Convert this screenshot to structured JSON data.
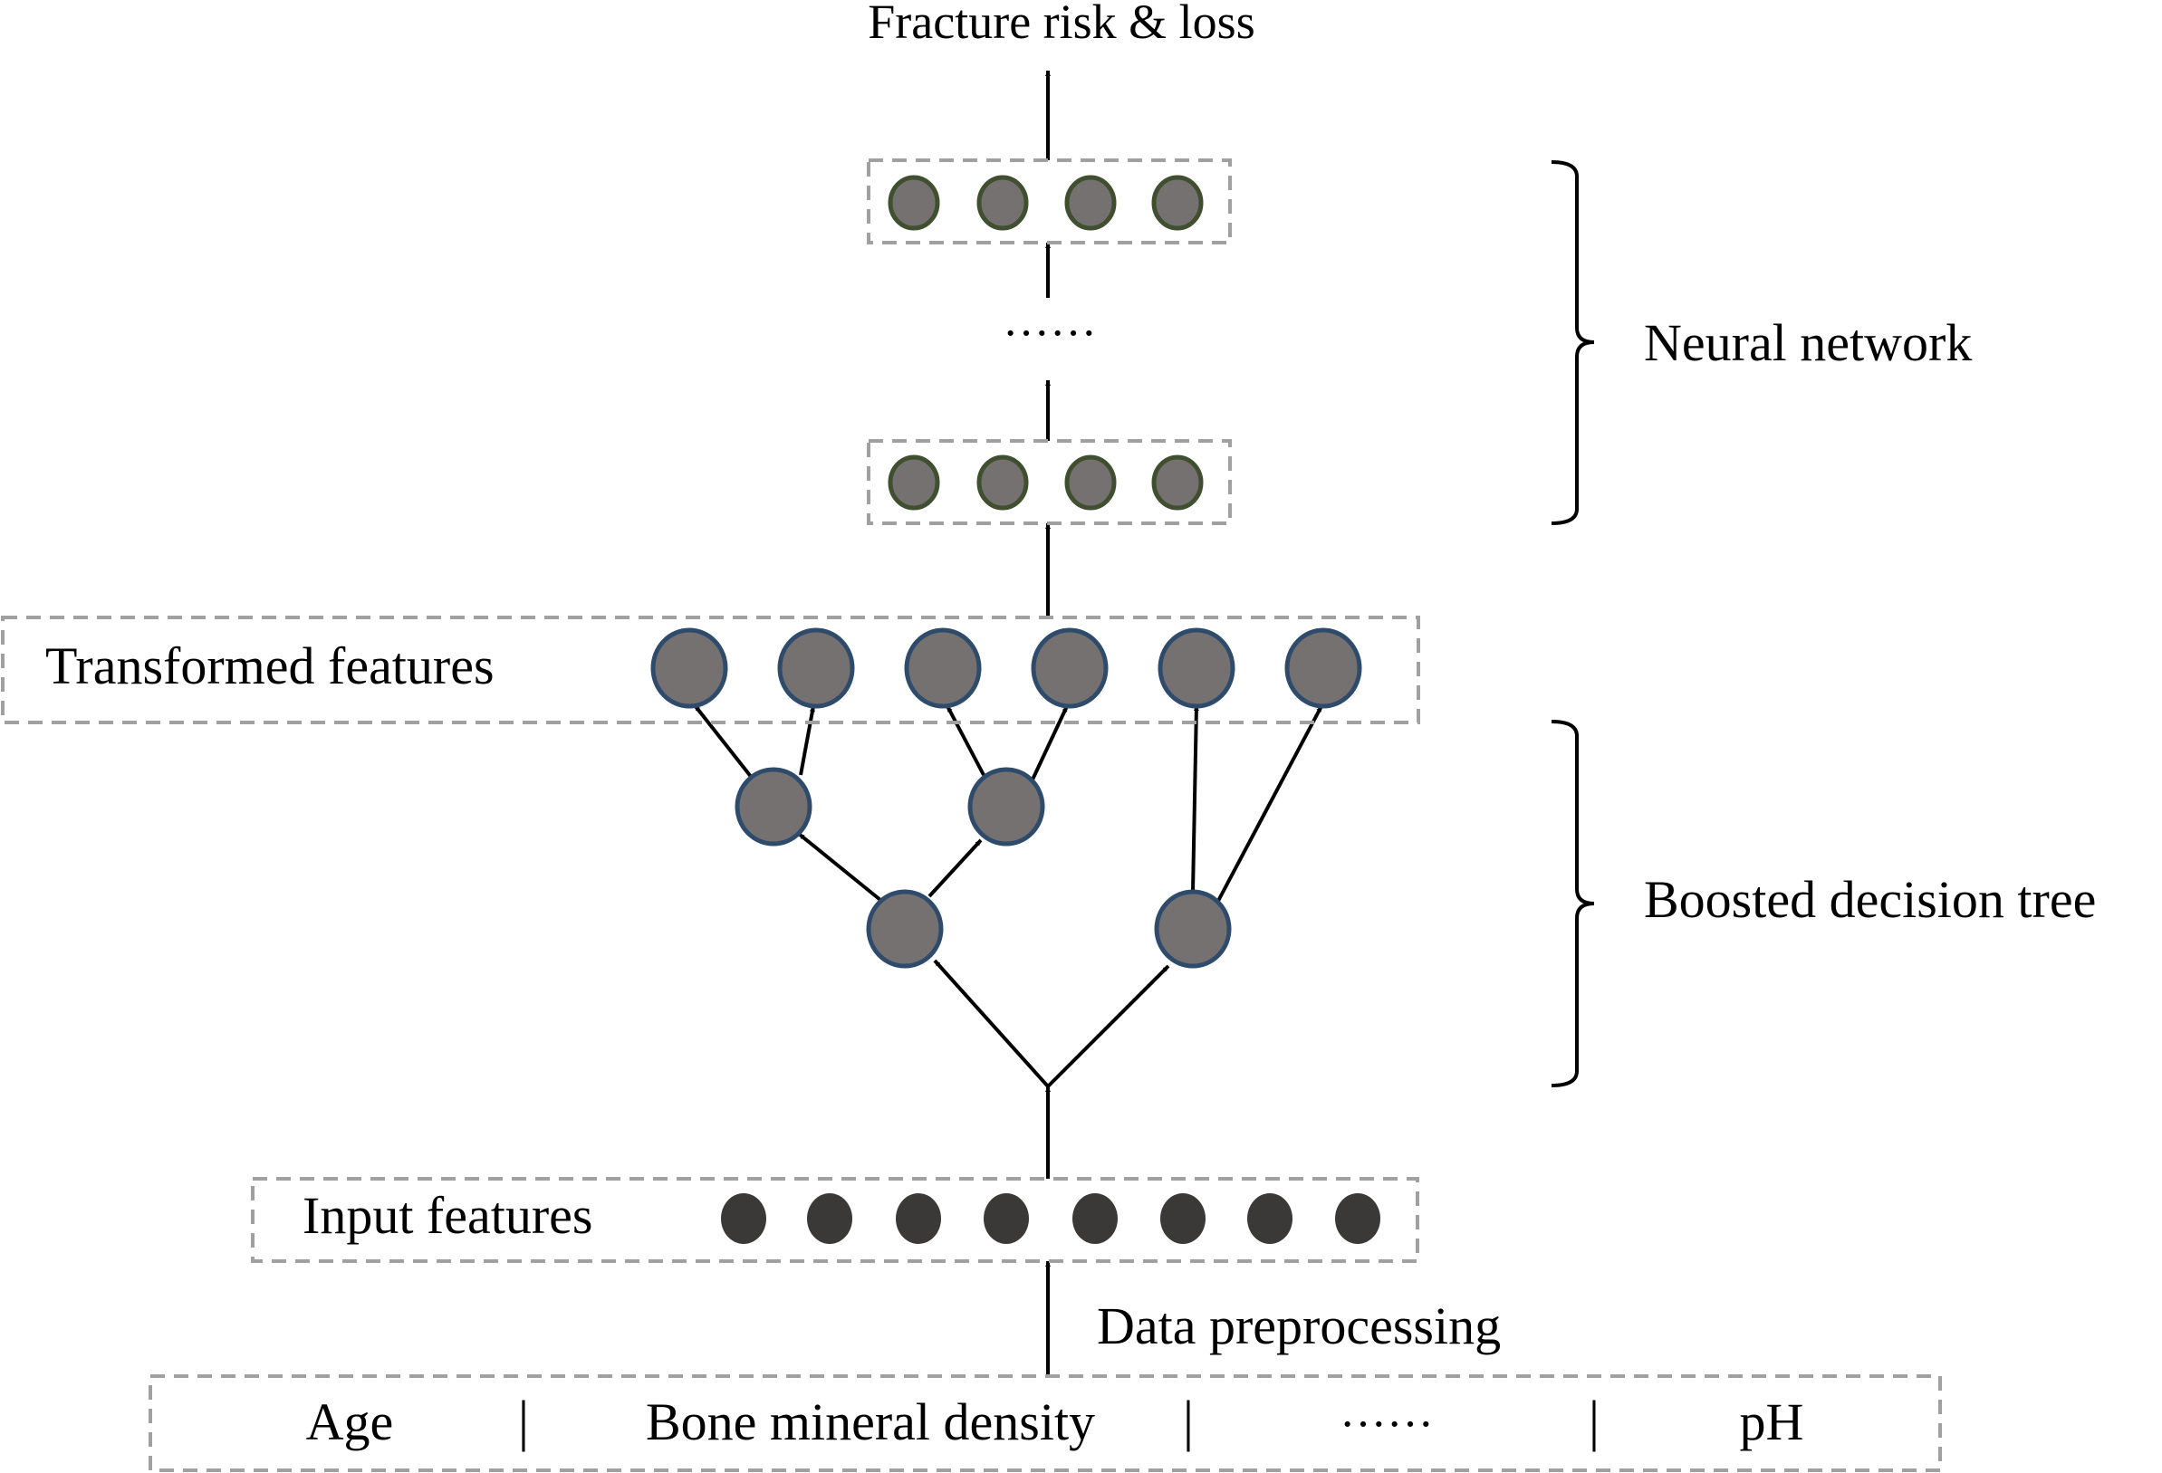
{
  "title": "Fracture risk & loss",
  "colors": {
    "node_fill": "#767171",
    "tree_node_stroke": "#2F4B6C",
    "nn_node_stroke": "#3F4F2F",
    "input_dot_fill": "#3B3838",
    "dashed_border": "#A0A0A0",
    "arrow": "#000000"
  },
  "neural_network": {
    "label": "Neural network",
    "layers": [
      {
        "name": "output-layer",
        "node_count": 4
      },
      {
        "name": "hidden-ellipsis",
        "text": "······"
      },
      {
        "name": "first-hidden-layer",
        "node_count": 4
      }
    ]
  },
  "transformed_features": {
    "label": "Transformed features",
    "node_count": 6
  },
  "boosted_decision_tree": {
    "label": "Boosted decision tree",
    "trees": [
      {
        "root": "left",
        "children": [
          "left-a",
          "left-b"
        ],
        "leaves": 4
      },
      {
        "root": "right",
        "leaves": 2
      }
    ]
  },
  "input_features": {
    "label": "Input features",
    "node_count": 8
  },
  "preprocessing": {
    "label": "Data preprocessing"
  },
  "raw_features": {
    "items": [
      "Age",
      "Bone mineral density",
      "······",
      "pH"
    ],
    "separator": "|"
  }
}
